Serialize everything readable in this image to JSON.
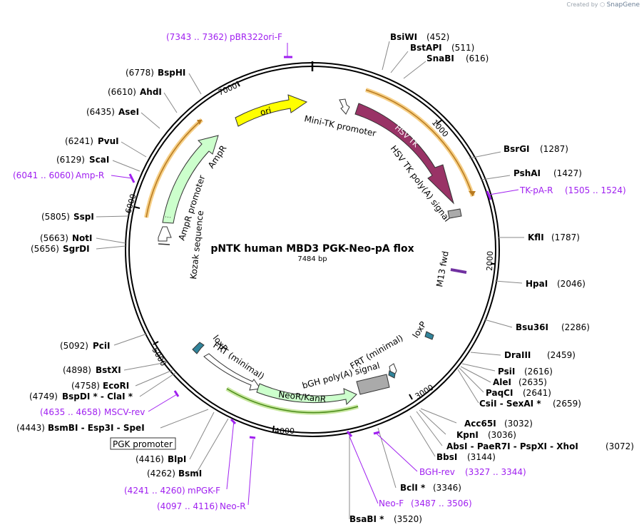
{
  "watermark": {
    "prefix": "Created by",
    "brand": "SnapGene"
  },
  "plasmid": {
    "name": "pNTK human MBD3 PGK-Neo-pA flox",
    "length": "7484 bp"
  },
  "ticks": [
    "1000",
    "2000",
    "3000",
    "4000",
    "5000",
    "6000",
    "7000"
  ],
  "features": [
    {
      "name": "ori",
      "label": "ori",
      "color": "#ffff00"
    },
    {
      "name": "mini-tk-promoter",
      "label": "Mini-TK promoter",
      "color": "#ffffff"
    },
    {
      "name": "hsv-tk",
      "label": "HSV TK",
      "color": "#993366"
    },
    {
      "name": "hsv-tk-polya",
      "label": "HSV TK poly(A) signal",
      "color": "#999999"
    },
    {
      "name": "ampr",
      "label": "AmpR",
      "color": "#ccffcc"
    },
    {
      "name": "ampr-promoter",
      "label": "AmpR promoter",
      "color": "#ffffff"
    },
    {
      "name": "kozak",
      "label": "Kozak sequence",
      "color": "#ffffff"
    },
    {
      "name": "loxp-1",
      "label": "loxP",
      "color": "#31849b"
    },
    {
      "name": "frt-1",
      "label": "FRT (minimal)",
      "color": "#ffffff"
    },
    {
      "name": "neor",
      "label": "NeoR/KanR",
      "color": "#ccffcc"
    },
    {
      "name": "bgh-polya",
      "label": "bGH poly(A) signal",
      "color": "#999999"
    },
    {
      "name": "frt-2",
      "label": "FRT (minimal)",
      "color": "#ffffff"
    },
    {
      "name": "loxp-2",
      "label": "loxP",
      "color": "#31849b"
    },
    {
      "name": "m13-fwd",
      "label": "M13 fwd",
      "color": "#7030a0"
    },
    {
      "name": "pgk-promoter",
      "label": "PGK promoter",
      "color": "#ffffff"
    }
  ],
  "enzymes": [
    {
      "name": "BsiWI",
      "pos": "(452)"
    },
    {
      "name": "BstAPI",
      "pos": "(511)"
    },
    {
      "name": "SnaBI",
      "pos": "(616)"
    },
    {
      "name": "BsrGI",
      "pos": "(1287)"
    },
    {
      "name": "PshAI",
      "pos": "(1427)"
    },
    {
      "name": "KflI",
      "pos": "(1787)"
    },
    {
      "name": "HpaI",
      "pos": "(2046)"
    },
    {
      "name": "Bsu36I",
      "pos": "(2286)"
    },
    {
      "name": "DraIII",
      "pos": "(2459)"
    },
    {
      "name": "PsiI",
      "pos": "(2616)"
    },
    {
      "name": "AleI",
      "pos": "(2635)"
    },
    {
      "name": "PaqCI",
      "pos": "(2641)"
    },
    {
      "name": "CsiI - SexAI *",
      "pos": "(2659)"
    },
    {
      "name": "Acc65I",
      "pos": "(3032)"
    },
    {
      "name": "KpnI",
      "pos": "(3036)"
    },
    {
      "name": "AbsI - PaeR7I - PspXI - XhoI",
      "pos": "(3072)"
    },
    {
      "name": "BbsI",
      "pos": "(3144)"
    },
    {
      "name": "BclI *",
      "pos": "(3346)"
    },
    {
      "name": "BsaBI *",
      "pos": "(3520)"
    },
    {
      "name": "BsmI",
      "pos": "(4262)"
    },
    {
      "name": "BlpI",
      "pos": "(4416)"
    },
    {
      "name": "BsmBI - Esp3I - SpeI",
      "pos": "(4443)"
    },
    {
      "name": "BspDI * - ClaI *",
      "pos": "(4749)"
    },
    {
      "name": "EcoRI",
      "pos": "(4758)"
    },
    {
      "name": "BstXI",
      "pos": "(4898)"
    },
    {
      "name": "PciI",
      "pos": "(5092)"
    },
    {
      "name": "SgrDI",
      "pos": "(5656)"
    },
    {
      "name": "NotI",
      "pos": "(5663)"
    },
    {
      "name": "SspI",
      "pos": "(5805)"
    },
    {
      "name": "ScaI",
      "pos": "(6129)"
    },
    {
      "name": "PvuI",
      "pos": "(6241)"
    },
    {
      "name": "AseI",
      "pos": "(6435)"
    },
    {
      "name": "AhdI",
      "pos": "(6610)"
    },
    {
      "name": "BspHI",
      "pos": "(6778)"
    }
  ],
  "primers": [
    {
      "name": "pBR322ori-F",
      "range": "(7343 .. 7362)"
    },
    {
      "name": "TK-pA-R",
      "range": "(1505 .. 1524)"
    },
    {
      "name": "Amp-R",
      "range": "(6041 .. 6060)"
    },
    {
      "name": "BGH-rev",
      "range": "(3327 .. 3344)"
    },
    {
      "name": "Neo-F",
      "range": "(3487 .. 3506)"
    },
    {
      "name": "Neo-R",
      "range": "(4097 .. 4116)"
    },
    {
      "name": "mPGK-F",
      "range": "(4241 .. 4260)"
    },
    {
      "name": "MSCV-rev",
      "range": "(4635 .. 4658)"
    }
  ],
  "colors": {
    "primer": "#a020f0",
    "backbone": "#000000",
    "orf_highlight": "#f0a030",
    "neor_highlight": "#5a9a20"
  }
}
